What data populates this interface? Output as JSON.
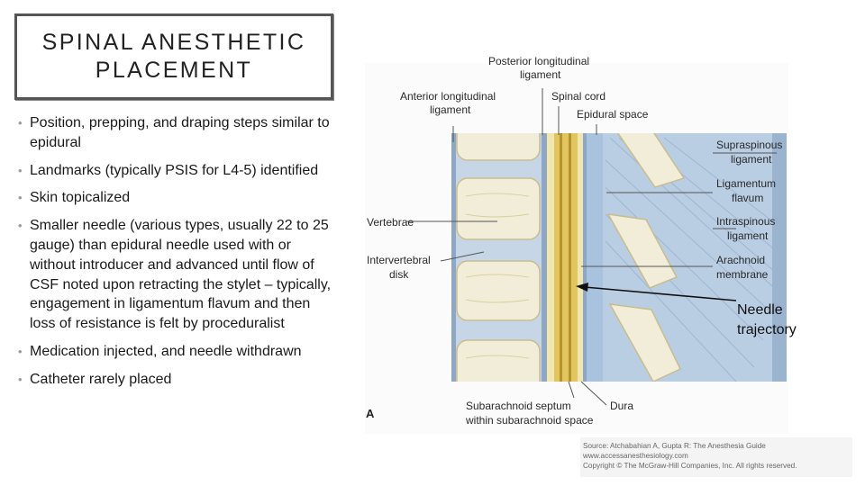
{
  "slide": {
    "title": "SPINAL ANESTHETIC PLACEMENT",
    "bullets": [
      "Position, prepping, and draping steps similar to epidural",
      "Landmarks (typically PSIS for L4-5) identified",
      "Skin topicalized",
      "Smaller needle (various types, usually 22 to 25 gauge) than epidural needle used with or without introducer and advanced until flow of CSF noted upon retracting the stylet – typically, engagement in ligamentum flavum and then loss of resistance is felt by proceduralist",
      "Medication injected, and needle withdrawn",
      "Catheter rarely placed"
    ],
    "annotation": "Needle trajectory"
  },
  "figure": {
    "panel_letter": "A",
    "labels": {
      "posterior_ligament_1": "Posterior longitudinal",
      "posterior_ligament_2": "ligament",
      "anterior_ligament_1": "Anterior longitudinal",
      "anterior_ligament_2": "ligament",
      "spinal_cord": "Spinal cord",
      "epidural_space": "Epidural space",
      "supraspinous_1": "Supraspinous",
      "supraspinous_2": "ligament",
      "flavum_1": "Ligamentum",
      "flavum_2": "flavum",
      "vertebrae": "Vertebrae",
      "interspinous_1": "Intraspinous",
      "interspinous_2": "ligament",
      "disk_1": "Intervertebral",
      "disk_2": "disk",
      "arachnoid_1": "Arachnoid",
      "arachnoid_2": "membrane",
      "septum_1": "Subarachnoid septum",
      "septum_2": "within subarachnoid space",
      "dura": "Dura"
    },
    "colors": {
      "disk_blue": "#c7d6e6",
      "bone": "#f1edd9",
      "ligament_blue": "#a9c2dd",
      "cord_yellow": "#e3c560"
    }
  },
  "source": {
    "line1": "Source: Atchabahian A, Gupta R: The Anesthesia Guide",
    "line2": "www.accessanesthesiology.com",
    "line3": "Copyright © The McGraw-Hill Companies, Inc. All rights reserved."
  }
}
